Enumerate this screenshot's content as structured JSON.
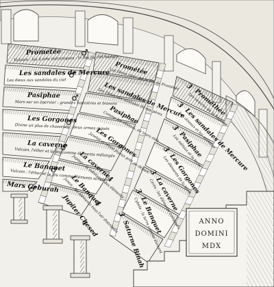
{
  "left_wedge": {
    "rows": [
      {
        "title": "Prometée",
        "note": "Vulcain : les 4 arts mécaniques ; le Roi du ciel humain",
        "symbol": "♂"
      },
      {
        "title": "Les sandales de Mercure",
        "note": "Les dieux aux sandales du ciel",
        "symbol": "♂"
      },
      {
        "title": "Pasiphae",
        "note": "Mars sur un épervier : grandes bannières et blasons",
        "symbol": "♂"
      },
      {
        "title": "Les Gorgones",
        "note": "Divine un plus de chasseurs ; deux armes aiguës",
        "symbol": "♂"
      },
      {
        "title": "La caverne",
        "note": "Vulcain, l'éther et le feu comme éléments mélangés",
        "symbol": "♂"
      },
      {
        "title": "Le Banquet",
        "note": "Vulcain : l'éther et le feu comme éléments simples",
        "symbol": "♂"
      },
      {
        "title": "Mars Geburah",
        "note": "",
        "symbol": "♂"
      }
    ]
  },
  "middle_wedge": {
    "rows": [
      {
        "title": "Prométée",
        "note": "Les Dieux avec qui le feu de Prométée",
        "number": ""
      },
      {
        "title": "Les sandales de Mercure",
        "note": "Les Dieux aux sandales de nos pères",
        "number": ""
      },
      {
        "title": "Pasiphae",
        "note": "Comme les oiseaux, de leurs nids",
        "number": ""
      },
      {
        "title": "Les Gorgones",
        "note": "Javelot et réveil joyeux prêt au départ",
        "number": ""
      },
      {
        "title": "La caverne",
        "note": "Jupiter : la substance des éléments",
        "number": "4"
      },
      {
        "title": "Le Banquet",
        "note": "Junon : les éléments tous l'air distribués",
        "number": "4"
      },
      {
        "title": "Jupiter Chesed",
        "note": "",
        "number": "4"
      }
    ]
  },
  "right_wedge": {
    "rows": [
      {
        "title": "Prométhée",
        "note": "Les oeuvres de la Sagesse",
        "number": "3"
      },
      {
        "title": "Les sandales de Mercure",
        "note": "Les oiseaux et les animaux",
        "number": "3"
      },
      {
        "title": "Pasiphae",
        "note": "Les métaux et la terre",
        "number": "3"
      },
      {
        "title": "Les Gorgones",
        "note": "Les éléments de la terre",
        "number": "3"
      },
      {
        "title": "La caverne",
        "note": "Cérès : les éléments composés",
        "number": "3"
      },
      {
        "title": "Le Banquet",
        "note": "Cybèle : la terre comme élément",
        "number": "3"
      },
      {
        "title": "Saturne Binah",
        "note": "",
        "number": "3"
      }
    ]
  },
  "plaque": {
    "line1": "ANNO",
    "line2": "DOMINI",
    "line3": "MDX"
  }
}
